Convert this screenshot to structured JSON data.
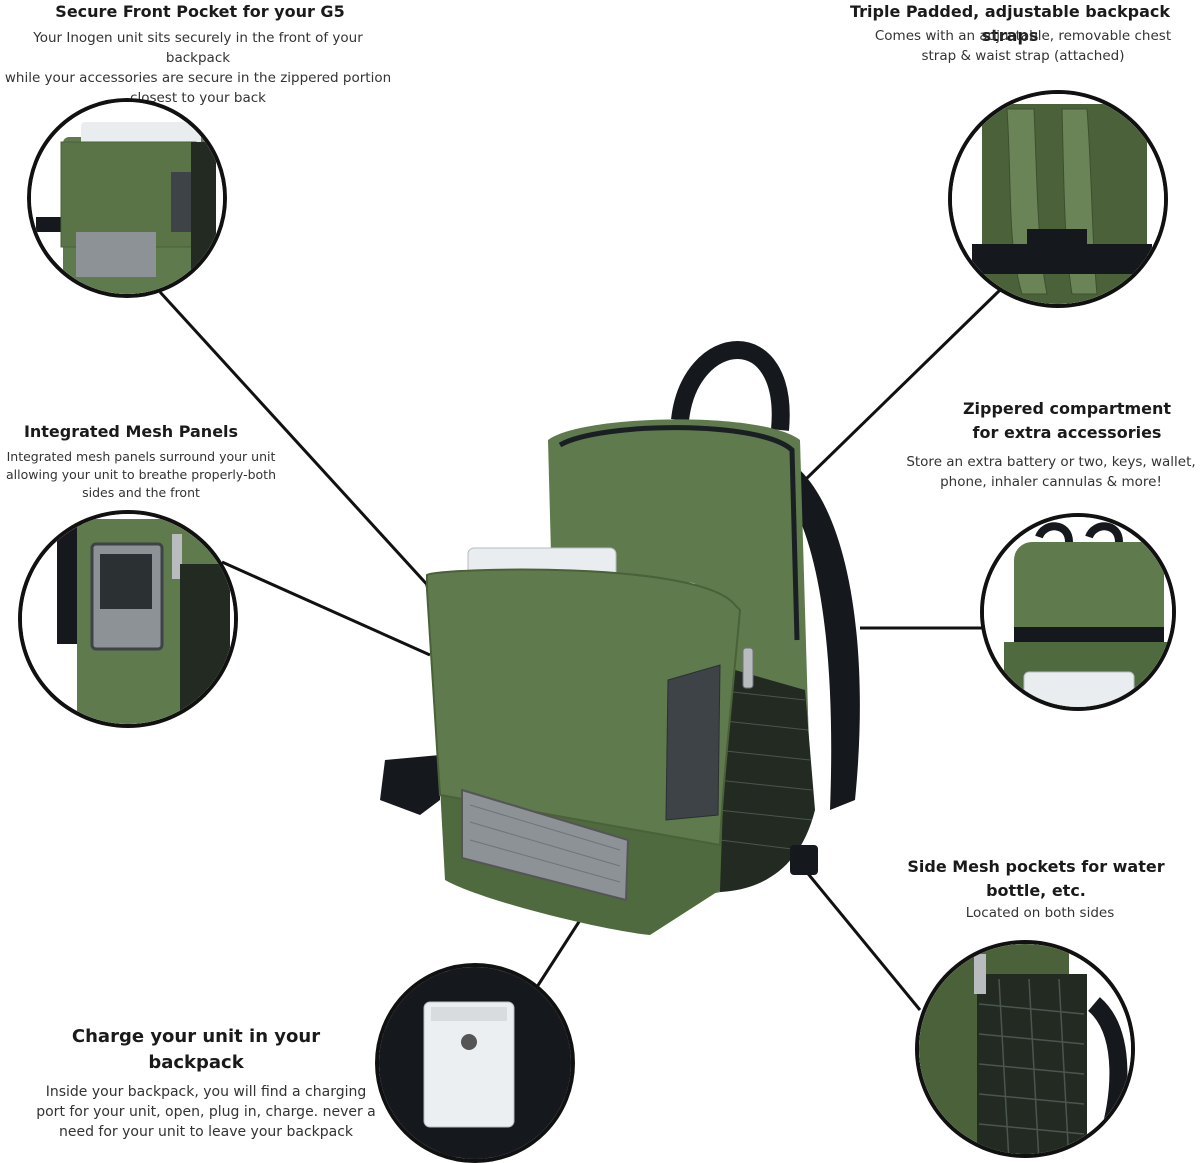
{
  "features": {
    "front_pocket": {
      "title": "Secure Front Pocket for your G5",
      "desc": [
        "Your Inogen unit sits securely in the front of your backpack",
        "while your accessories are secure in the zippered portion",
        "closest to your back"
      ]
    },
    "straps": {
      "title": "Triple Padded, adjustable backpack straps",
      "desc": [
        "Comes with  an adjustable, removable chest",
        "strap & waist strap (attached)"
      ]
    },
    "mesh_panels": {
      "title": "Integrated Mesh Panels",
      "desc": [
        "Integrated mesh panels surround your unit",
        "allowing your unit to breathe properly-both",
        "sides and the front"
      ]
    },
    "zippered": {
      "title": [
        "Zippered compartment",
        "for extra accessories"
      ],
      "desc": [
        "Store an extra battery or two, keys, wallet,",
        "phone, inhaler cannulas & more!"
      ]
    },
    "side_mesh": {
      "title": [
        "Side Mesh pockets for water",
        "bottle, etc."
      ],
      "desc": [
        "Located on both sides"
      ]
    },
    "charge": {
      "title": [
        "Charge your unit in your",
        "backpack"
      ],
      "desc": [
        "Inside your backpack, you will find a charging",
        "port for your unit, open, plug in, charge. never a",
        "need for your unit to leave your backpack"
      ]
    }
  },
  "colors": {
    "bag_green": "#5f7a4c",
    "bag_dark_green": "#4a6139",
    "strap_black": "#15181c",
    "mesh_gray": "#8d9296",
    "device_white": "#e9edf0"
  }
}
